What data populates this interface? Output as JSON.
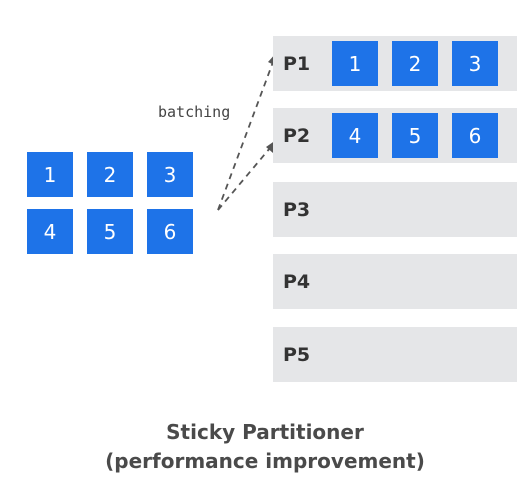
{
  "colors": {
    "record_box": "#1e73e8",
    "partition_bg": "#e5e6e8",
    "arrow": "#555555",
    "caption_text": "#4a4a4a"
  },
  "records": [
    "1",
    "2",
    "3",
    "4",
    "5",
    "6"
  ],
  "batch_label": "batching",
  "partitions": [
    {
      "label": "P1",
      "records": [
        "1",
        "2",
        "3"
      ]
    },
    {
      "label": "P2",
      "records": [
        "4",
        "5",
        "6"
      ]
    },
    {
      "label": "P3",
      "records": []
    },
    {
      "label": "P4",
      "records": []
    },
    {
      "label": "P5",
      "records": []
    }
  ],
  "caption": {
    "line1": "Sticky Partitioner",
    "line2": "(performance improvement)"
  }
}
